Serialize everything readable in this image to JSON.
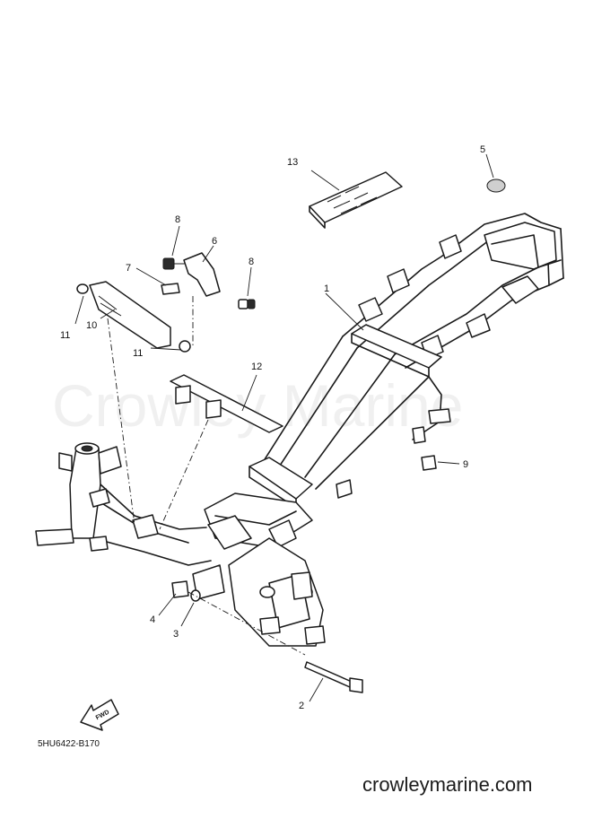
{
  "watermark": "Crowley Marine",
  "callouts": [
    "1",
    "2",
    "3",
    "4",
    "5",
    "6",
    "7",
    "8",
    "8",
    "9",
    "10",
    "11",
    "11",
    "12",
    "13"
  ],
  "fwd_label": "FWD",
  "drawing_code": "5HU6422-B170",
  "website": "crowleymarine.com"
}
